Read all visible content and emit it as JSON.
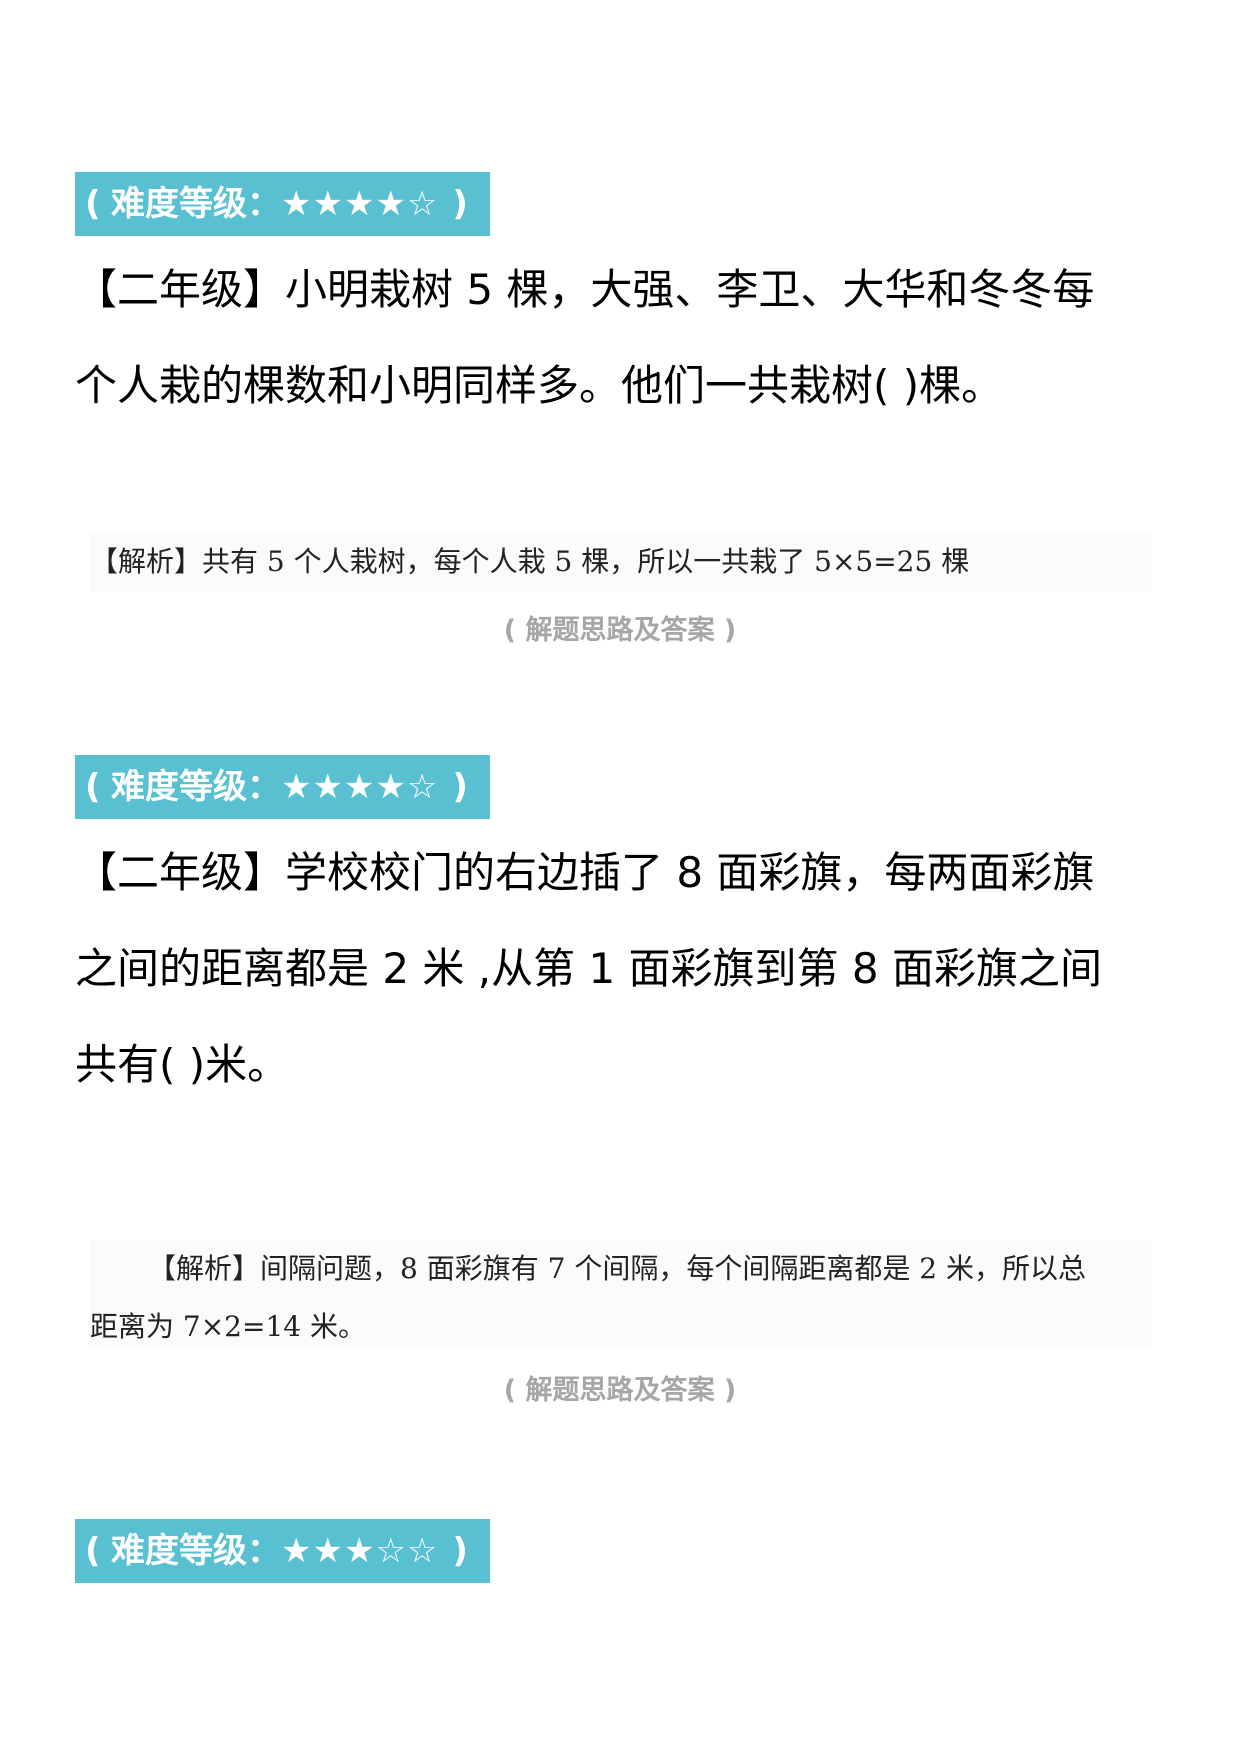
{
  "sections": [
    {
      "difficulty": {
        "open": "(",
        "label": "难度等级：",
        "stars": "★★★★☆",
        "close": ")",
        "filled": 4,
        "total": 5
      },
      "question": {
        "lines": [
          "【二年级】小明栽树 5 棵，大强、李卫、大华和冬冬每",
          "个人栽的棵数和小明同样多。他们一共栽树( )棵。"
        ]
      },
      "analysis": {
        "lines": [
          "【解析】共有 5 个人栽树，每个人栽 5 棵，所以一共栽了 5×5=25 棵"
        ]
      },
      "answer_label": "( 解题思路及答案 )"
    },
    {
      "difficulty": {
        "open": "(",
        "label": "难度等级：",
        "stars": "★★★★☆",
        "close": ")",
        "filled": 4,
        "total": 5
      },
      "question": {
        "lines": [
          "【二年级】学校校门的右边插了 8 面彩旗，每两面彩旗",
          "之间的距离都是 2 米 ,从第 1 面彩旗到第 8 面彩旗之间",
          "共有( )米。"
        ]
      },
      "analysis": {
        "lines": [
          "【解析】间隔问题，8 面彩旗有 7 个间隔，每个间隔距离都是 2 米，所以总",
          "距离为 7×2=14 米。"
        ]
      },
      "answer_label": "( 解题思路及答案 )"
    },
    {
      "difficulty": {
        "open": "(",
        "label": "难度等级：",
        "stars": "★★★☆☆",
        "close": ")",
        "filled": 3,
        "total": 5
      }
    }
  ],
  "colors": {
    "badge_bg": "#59c0d1",
    "badge_text": "#ffffff",
    "answer_label": "#a6a6a6",
    "analysis_bg": "#fbfbfb"
  }
}
